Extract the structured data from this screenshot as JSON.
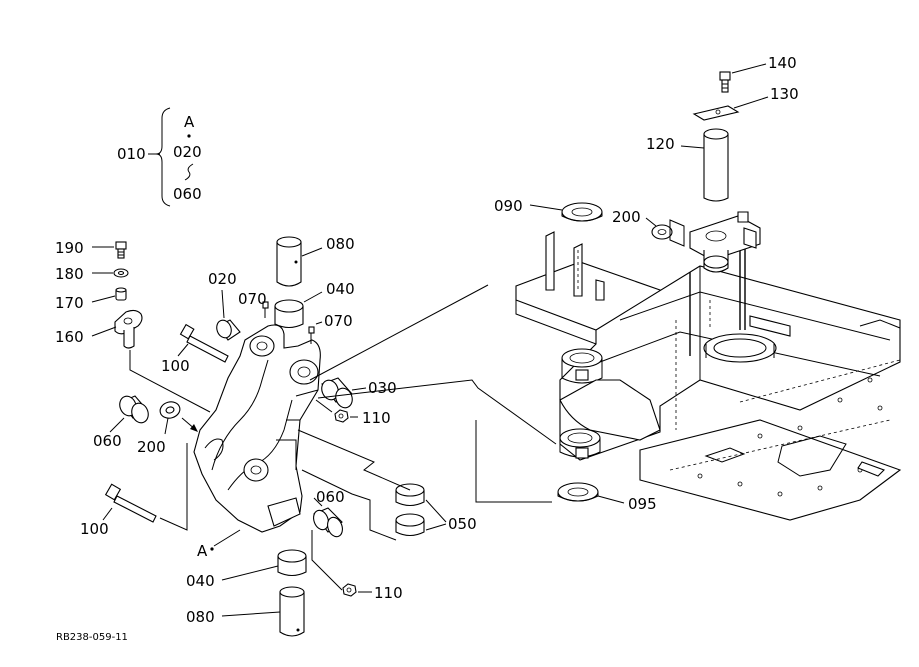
{
  "group": {
    "main": "010",
    "items": [
      "A",
      "020",
      "060"
    ]
  },
  "labels": {
    "p190": "190",
    "p180": "180",
    "p170": "170",
    "p160": "160",
    "p100a": "100",
    "p060a": "060",
    "p200a": "200",
    "p100b": "100",
    "p020": "020",
    "p070a": "070",
    "p080a": "080",
    "p040a": "040",
    "p070b": "070",
    "p030": "030",
    "p110a": "110",
    "p060b": "060",
    "p050": "050",
    "p040b": "040",
    "p080b": "080",
    "p110b": "110",
    "marker_a": "A",
    "p090": "090",
    "p095": "095",
    "p200b": "200",
    "p120": "120",
    "p130": "130",
    "p140": "140"
  },
  "code": "RB238-059-11"
}
